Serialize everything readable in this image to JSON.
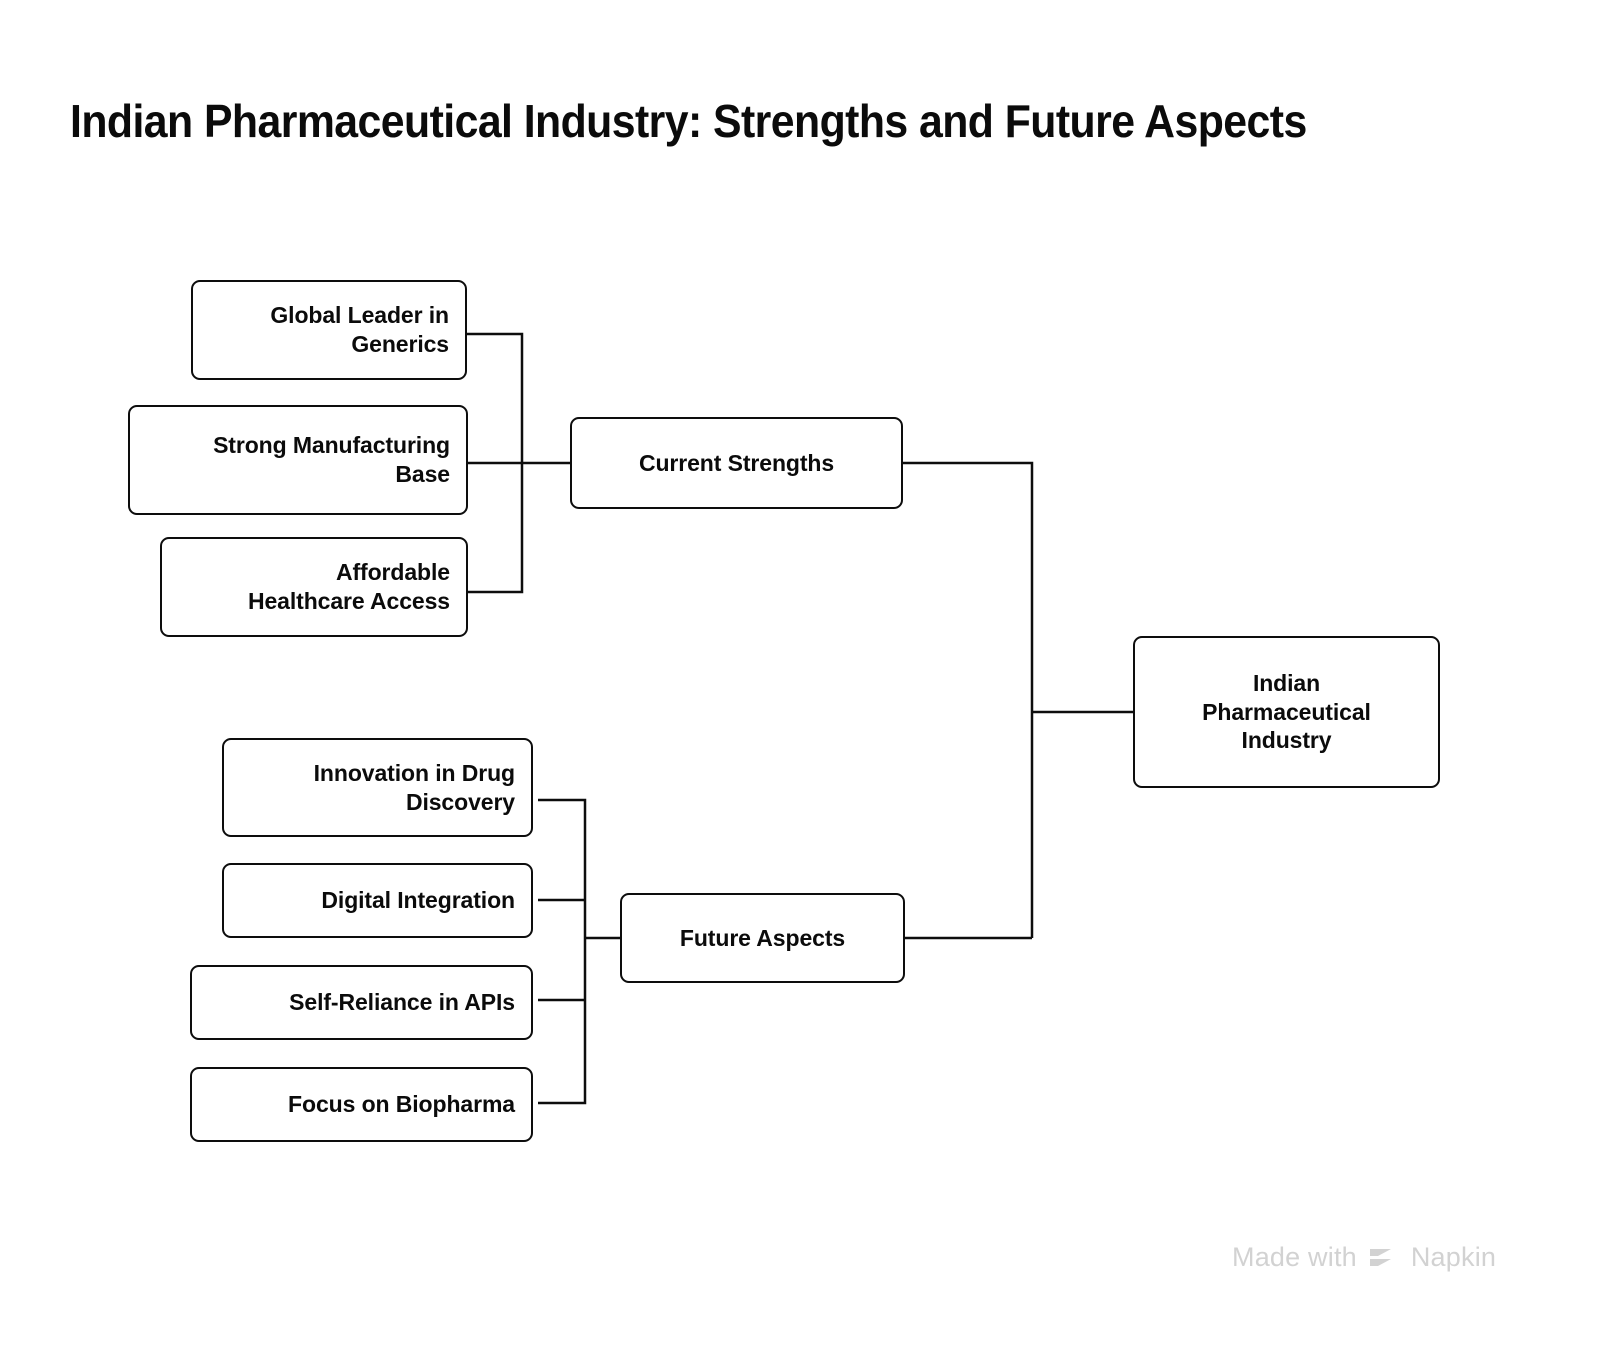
{
  "page": {
    "title": "Indian Pharmaceutical Industry: Strengths and Future Aspects",
    "background_color": "#ffffff",
    "line_color": "#0d0d0d",
    "text_color": "#0b0b0b"
  },
  "diagram": {
    "type": "mind-map",
    "root": {
      "label": "Indian\nPharmaceutical\nIndustry"
    },
    "branches": [
      {
        "label": "Current Strengths",
        "children": [
          {
            "label": "Global Leader in\nGenerics"
          },
          {
            "label": "Strong Manufacturing\nBase"
          },
          {
            "label": "Affordable\nHealthcare Access"
          }
        ]
      },
      {
        "label": "Future Aspects",
        "children": [
          {
            "label": "Innovation in Drug\nDiscovery"
          },
          {
            "label": "Digital Integration"
          },
          {
            "label": "Self-Reliance in APIs"
          },
          {
            "label": "Focus on Biopharma"
          }
        ]
      }
    ]
  },
  "watermark": {
    "text_before": "Made with",
    "brand": "Napkin",
    "color": "#d2d2d2"
  }
}
